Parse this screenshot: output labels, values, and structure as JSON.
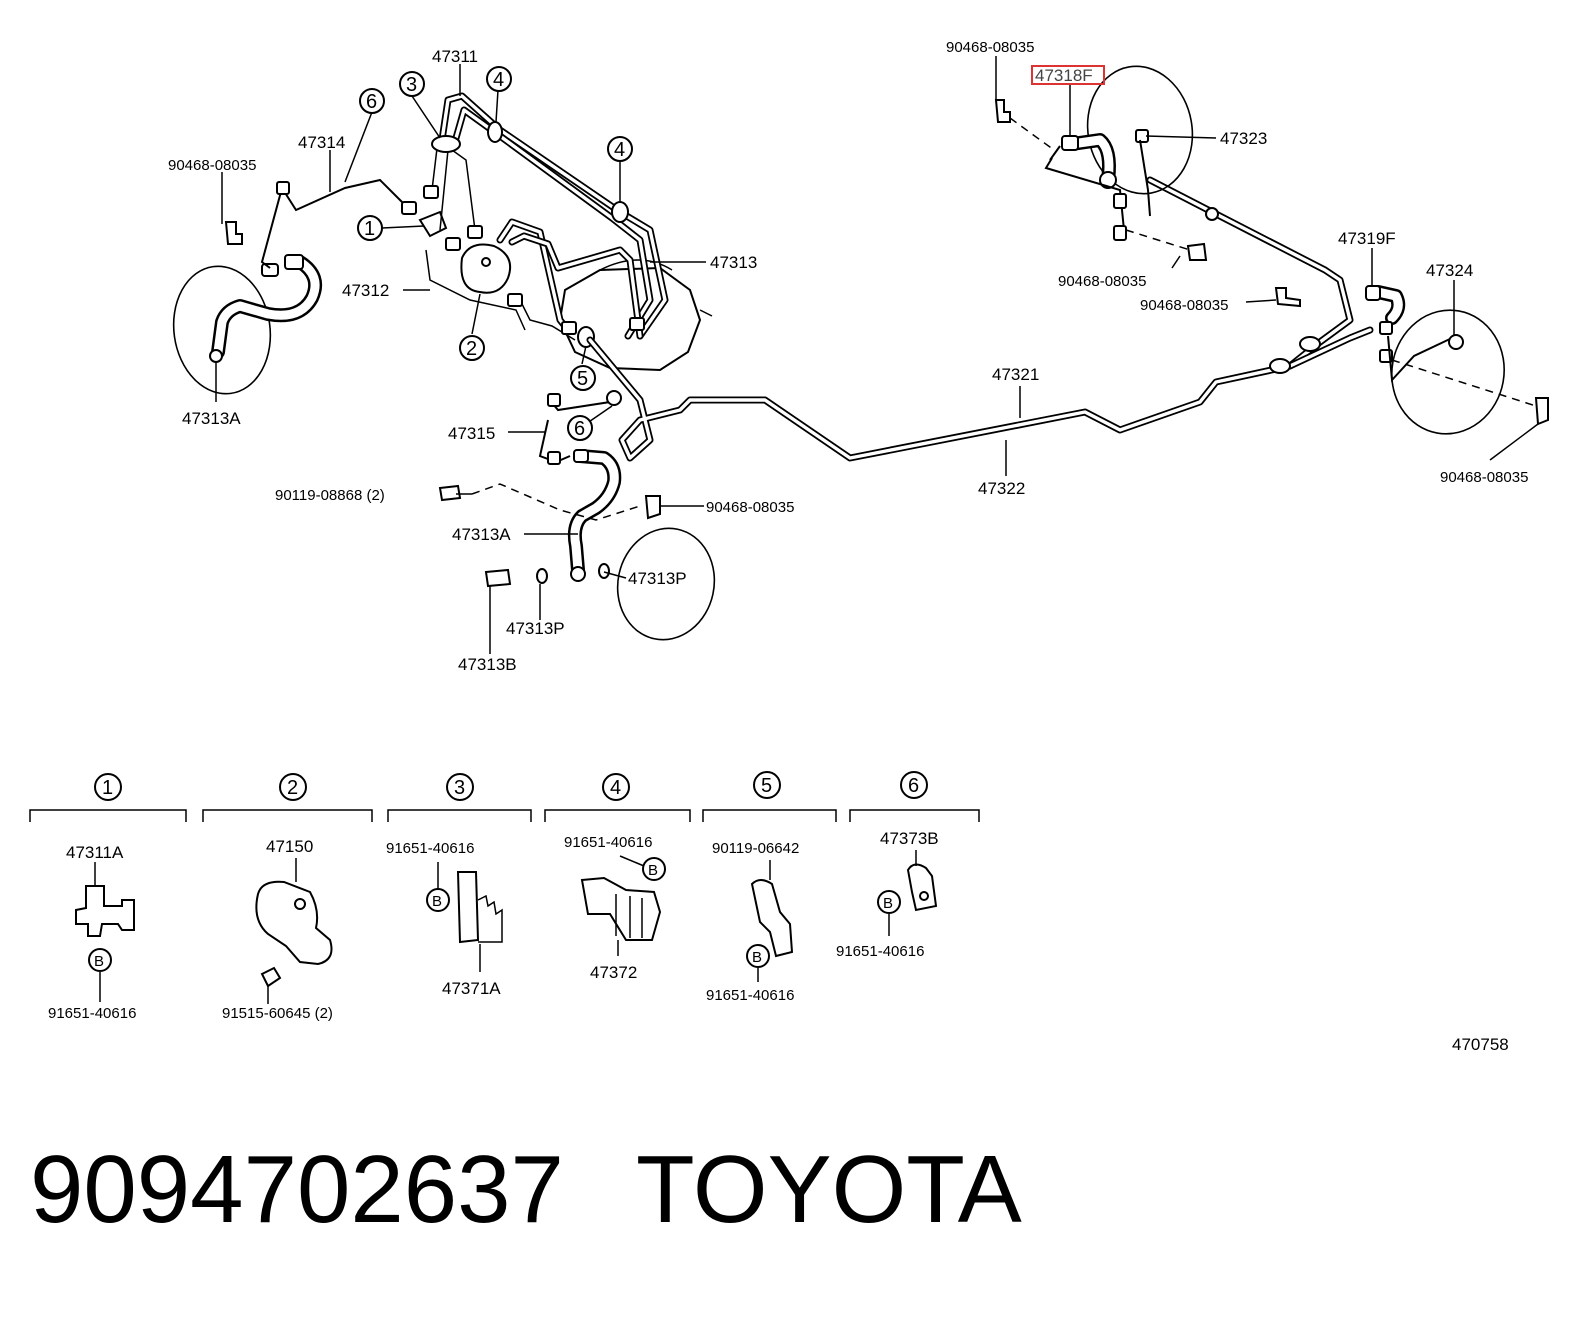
{
  "footer": {
    "part_number": "9094702637",
    "brand": "TOYOTA"
  },
  "diagram_code": "470758",
  "highlight_label": "47318F",
  "labels": {
    "l_47311": "47311",
    "l_47314": "47314",
    "l_90468_tl": "90468-08035",
    "l_47312": "47312",
    "l_47313": "47313",
    "l_47313A_l": "47313A",
    "l_47315": "47315",
    "l_90119_08868": "90119-08868 (2)",
    "l_90468_mid": "90468-08035",
    "l_47313A_m": "47313A",
    "l_47313P_r": "47313P",
    "l_47313P_b": "47313P",
    "l_47313B": "47313B",
    "l_90468_tr": "90468-08035",
    "l_47323": "47323",
    "l_90468_r1": "90468-08035",
    "l_90468_r2": "90468-08035",
    "l_47319F": "47319F",
    "l_47324": "47324",
    "l_90468_rr": "90468-08035",
    "l_47321": "47321",
    "l_47322": "47322"
  },
  "callouts": [
    "1",
    "2",
    "3",
    "4",
    "5",
    "6"
  ],
  "legend": [
    {
      "id": "1",
      "top": "47311A",
      "bottom": "91651-40616"
    },
    {
      "id": "2",
      "top": "47150",
      "bottom": "91515-60645 (2)"
    },
    {
      "id": "3",
      "top": "91651-40616",
      "bottom": "47371A"
    },
    {
      "id": "4",
      "top": "91651-40616",
      "bottom": "47372"
    },
    {
      "id": "5",
      "top": "90119-06642",
      "bottom": "91651-40616"
    },
    {
      "id": "6",
      "top": "47373B",
      "bottom": "91651-40616"
    }
  ],
  "bolt_letter": "B"
}
